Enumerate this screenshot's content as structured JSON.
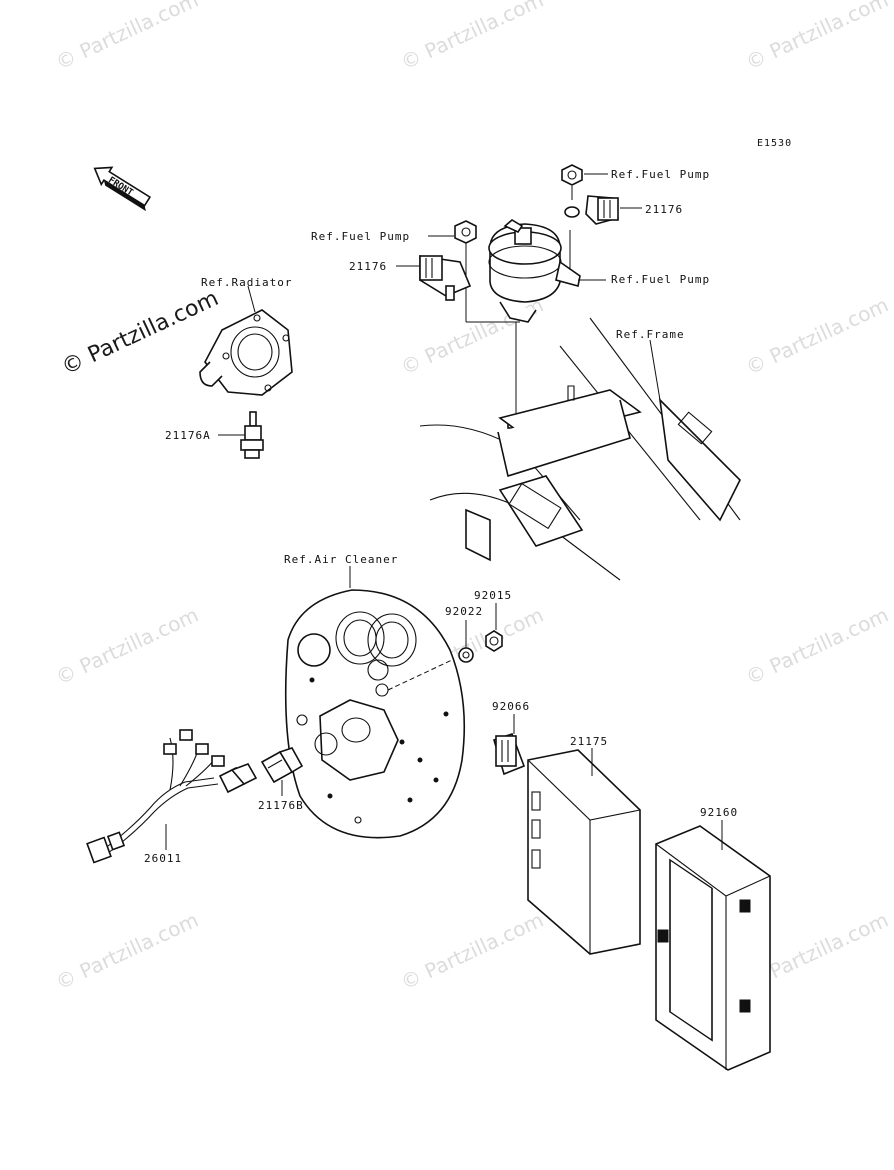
{
  "diagram": {
    "code": "E1530",
    "front_arrow": "FRONT",
    "watermark": "© Partzilla.com",
    "labels": {
      "ref_fuel_pump_top": "Ref.Fuel Pump",
      "ref_fuel_pump_left": "Ref.Fuel Pump",
      "ref_fuel_pump_right": "Ref.Fuel Pump",
      "part_21176_right": "21176",
      "part_21176_left": "21176",
      "ref_radiator": "Ref.Radiator",
      "ref_frame": "Ref.Frame",
      "part_21176A": "21176A",
      "ref_air_cleaner": "Ref.Air Cleaner",
      "part_92015": "92015",
      "part_92022": "92022",
      "part_92066": "92066",
      "part_21175": "21175",
      "part_92160": "92160",
      "part_21176B": "21176B",
      "part_26011": "26011"
    }
  }
}
